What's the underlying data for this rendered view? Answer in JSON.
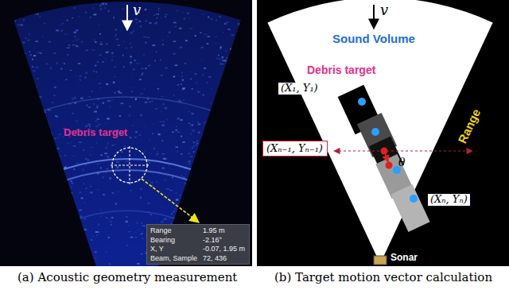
{
  "diagram": {
    "nodes": [
      {
        "text": [
          "Range",
          "1.95 m",
          "Bearing",
          "-2.16°",
          "X, Y",
          "-0.07, 1.95 m",
          "Beam, Sample",
          "72, 436"
        ]
      },
      {
        "text": [
          "(Xₙ₋₁, Yₙ₋₁)"
        ]
      }
    ],
    "labels": [
      "v",
      "Debris target",
      "(a) Acoustic geometry measurement",
      "v",
      "Sound Volume",
      "Debris target",
      "(X₁, Y₁)",
      "(Xₙ, Yₙ)",
      "θ",
      "Range",
      "Sonar",
      "(b) Target motion vector calculation"
    ]
  }
}
